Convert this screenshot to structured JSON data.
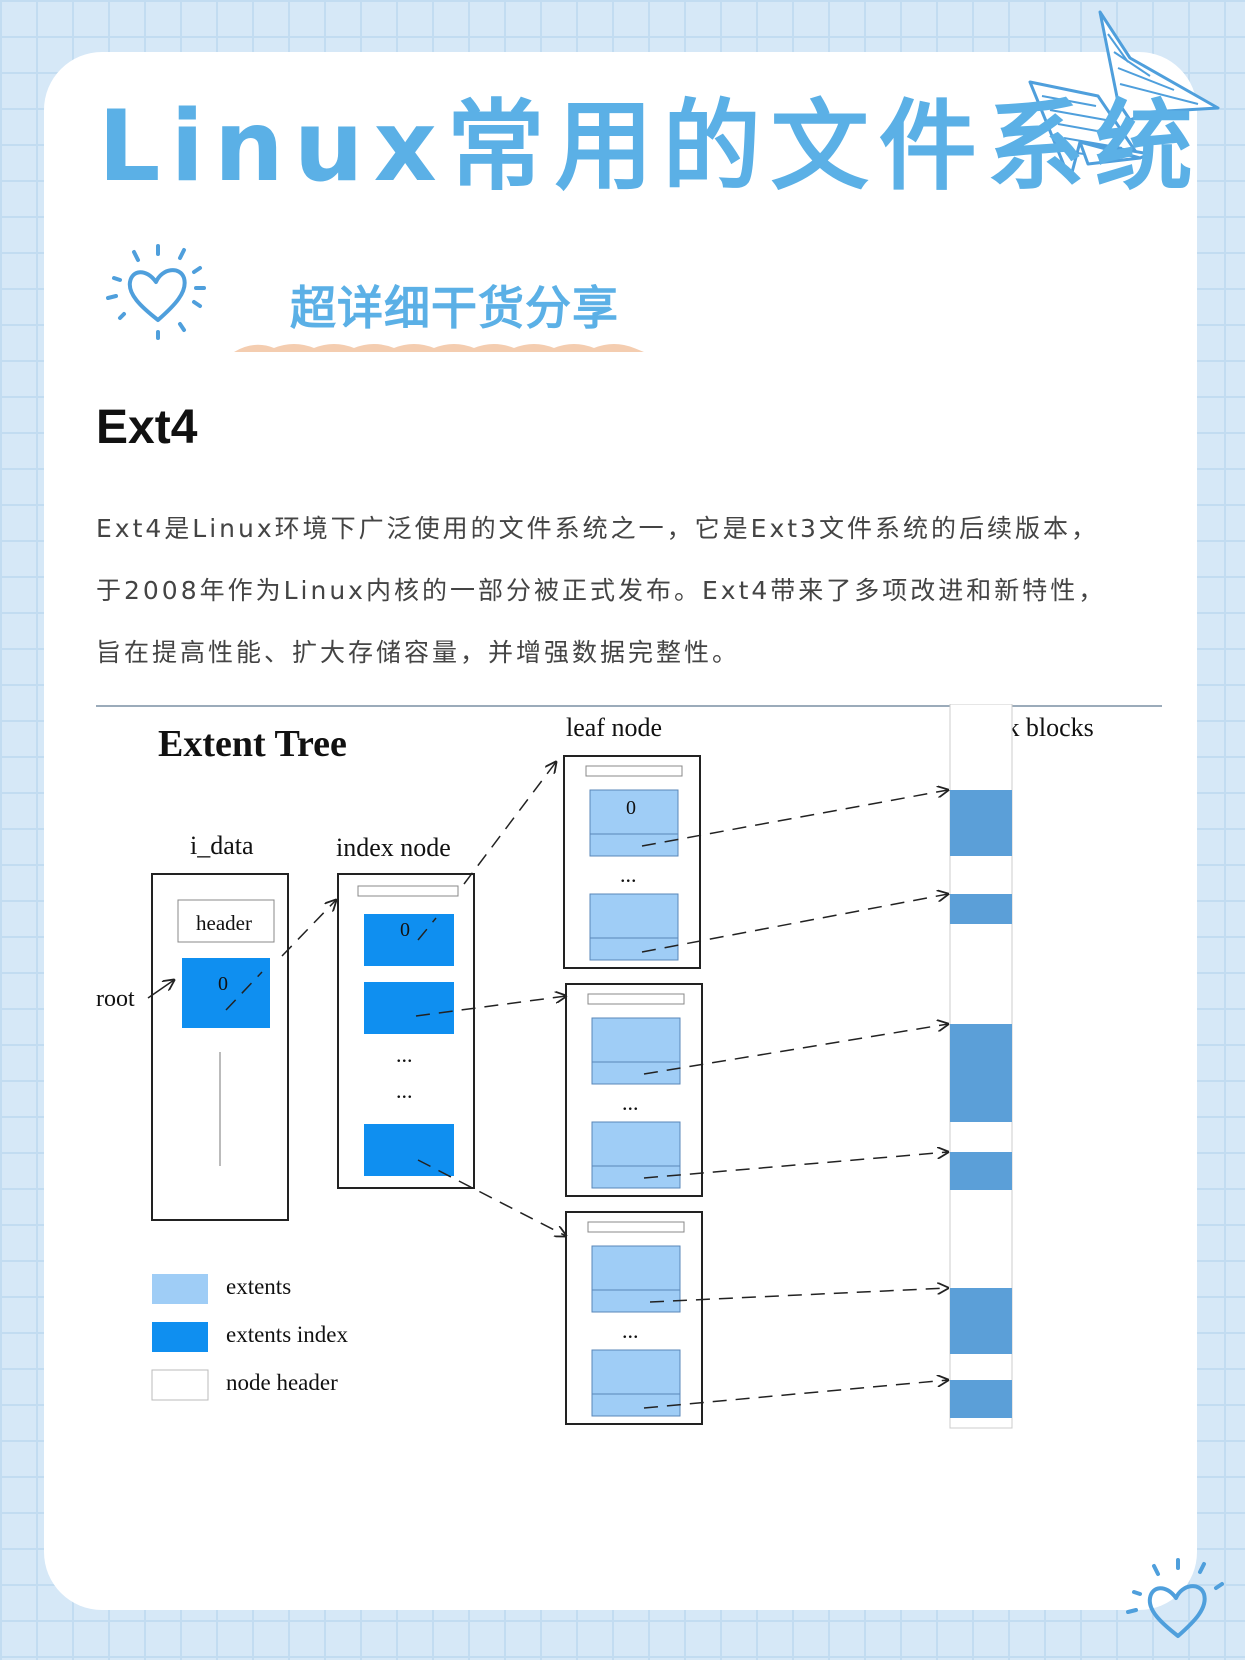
{
  "header": {
    "title": "Linux常用的文件系统",
    "subtitle": "超详细干货分享"
  },
  "section": {
    "heading": "Ext4",
    "paragraph_lines": [
      "Ext4是Linux环境下广泛使用的文件系统之一，它是Ext3文件系统的后续版本，",
      "于2008年作为Linux内核的一部分被正式发布。Ext4带来了多项改进和新特性，",
      "旨在提高性能、扩大存储容量，并增强数据完整性。"
    ]
  },
  "figure": {
    "title": "Extent Tree",
    "labels": {
      "i_data": "i_data",
      "index_node": "index node",
      "leaf_node": "leaf node",
      "disk_blocks": "disk blocks",
      "header": "header",
      "root": "root",
      "zero": "0",
      "ellipsis": "..."
    },
    "legend": [
      {
        "label": "extents",
        "color": "#9fcdf6"
      },
      {
        "label": "extents index",
        "color": "#0f8ff0"
      },
      {
        "label": "node header",
        "color": "#ffffff"
      }
    ],
    "colors": {
      "extent": "#9fcdf6",
      "extent_index": "#0f8ff0",
      "disk_block": "#5b9fd8",
      "accent": "#5bb0e6"
    }
  },
  "decorations": {
    "icons": [
      "heart-sparkle-icon",
      "paper-plane-icon"
    ]
  }
}
